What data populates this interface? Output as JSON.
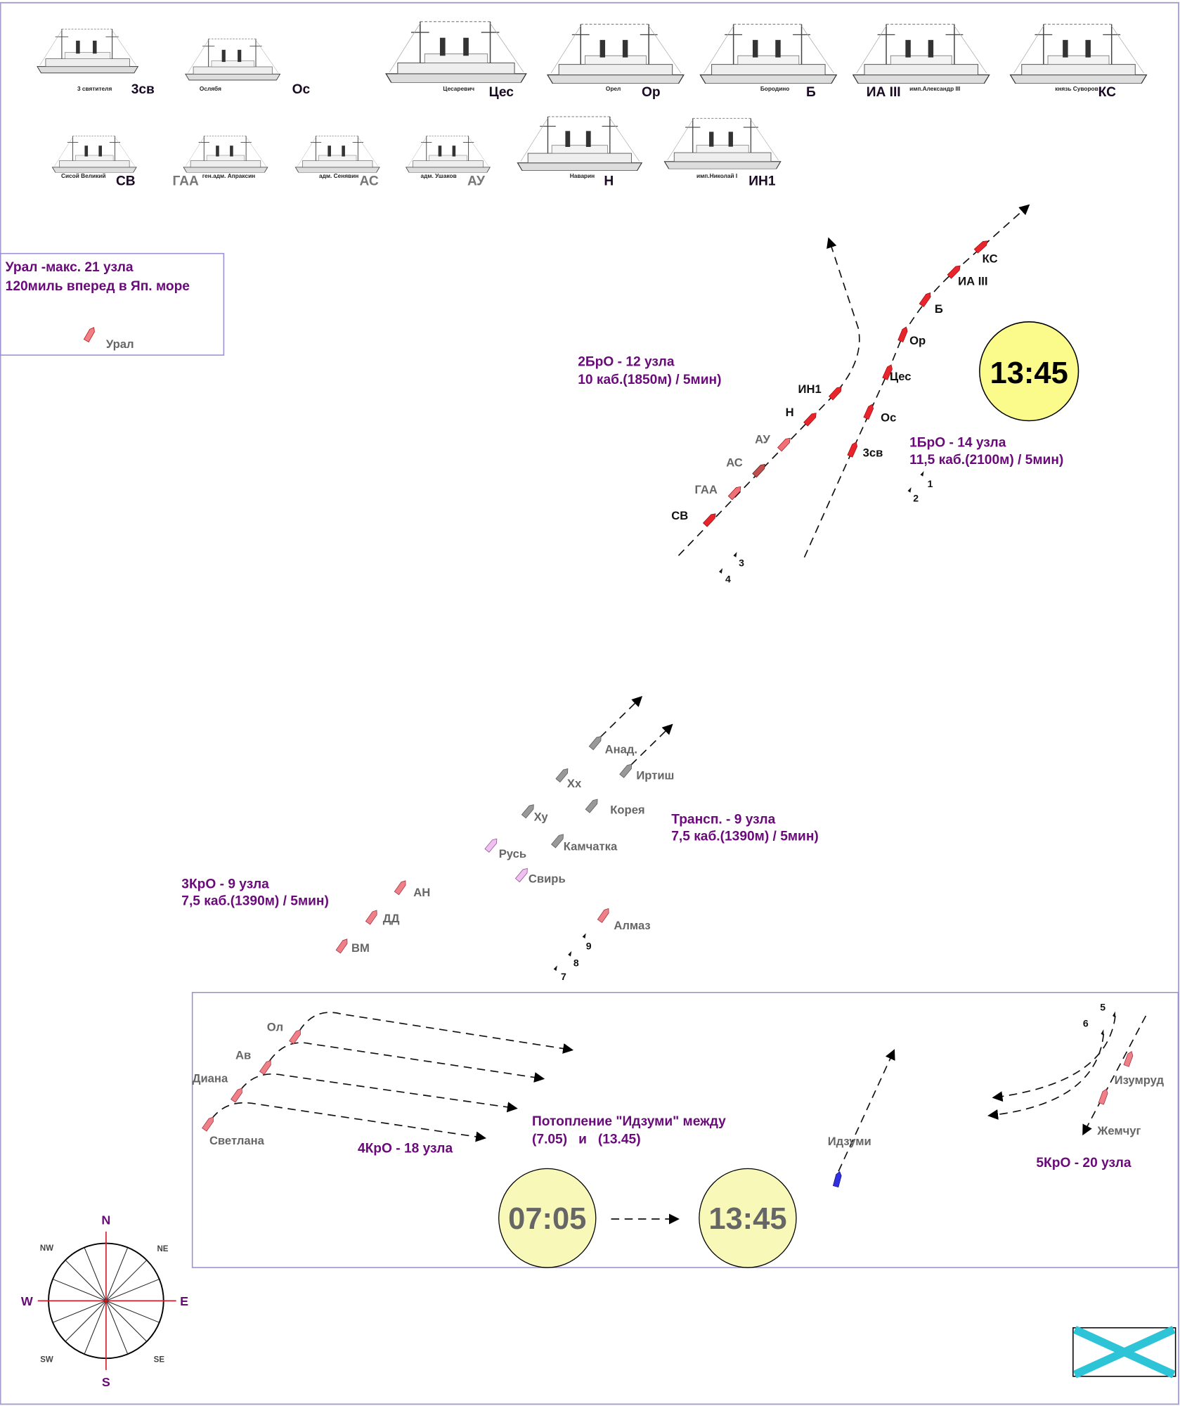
{
  "gallery": {
    "row1": [
      {
        "caption": "3 святителя",
        "code": "3св"
      },
      {
        "caption": "Ослябя",
        "code": "Ос"
      },
      {
        "caption": "Цесаревич",
        "code": "Цес"
      },
      {
        "caption": "Орел",
        "code": "Ор"
      },
      {
        "caption": "Бородино",
        "code": "Б"
      },
      {
        "caption": "имп.Александр III",
        "code": "ИА III"
      },
      {
        "caption": "князь Суворов",
        "code": "КС"
      }
    ],
    "row2": [
      {
        "caption": "Сисой Великий",
        "code": "СВ"
      },
      {
        "caption": "ген.адм. Апраксин",
        "code": "ГАА"
      },
      {
        "caption": "адм. Сенявин",
        "code": "АС"
      },
      {
        "caption": "адм. Ушаков",
        "code": "АУ"
      },
      {
        "caption": "Наварин",
        "code": "Н"
      },
      {
        "caption": "имп.Николай I",
        "code": "ИН1"
      }
    ]
  },
  "ural_box": {
    "line1": "Урал -макс. 21 узла",
    "line2": "120миль вперед в Яп. море",
    "ship": "Урал"
  },
  "squadron2": {
    "line1": "2БрО - 12 узла",
    "line2": "10 каб.(1850м) / 5мин)",
    "ships": [
      "ИН1",
      "Н",
      "АУ",
      "АС",
      "ГАА",
      "СВ"
    ]
  },
  "squadron1": {
    "line1": "1БрО - 14 узла",
    "line2": "11,5 каб.(2100м) / 5мин)",
    "ships": [
      "КС",
      "ИА III",
      "Б",
      "Ор",
      "Цес",
      "Ос",
      "3св"
    ]
  },
  "clock_main": "13:45",
  "destroyers": [
    "1",
    "2",
    "3",
    "4",
    "5",
    "6",
    "7",
    "8",
    "9"
  ],
  "transports": {
    "line1": "Трансп. - 9 узла",
    "line2": "7,5 каб.(1390м) / 5мин)",
    "ships": [
      "Анад.",
      "Иртиш",
      "Хх",
      "Корея",
      "Ху",
      "Камчатка",
      "Русь",
      "Свирь"
    ]
  },
  "cruisers3": {
    "line1": "3КрО - 9 узла",
    "line2": "7,5 каб.(1390м) / 5мин)",
    "ships": [
      "АН",
      "ДД",
      "ВМ"
    ],
    "almaz": "Алмаз"
  },
  "cruisers4": {
    "label": "4КрО - 18 узла",
    "ships": [
      "Ол",
      "Ав",
      "Диана",
      "Светлана"
    ]
  },
  "sinking": {
    "line1": "Потопление \"Идзуми\" между",
    "line2": "(7.05)   и   (13.45)",
    "from": "07:05",
    "to": "13:45",
    "ship": "Идзуми"
  },
  "cruisers5": {
    "label": "5КрО - 20 узла",
    "ships": [
      "Изумруд",
      "Жемчуг"
    ]
  },
  "compass": {
    "N": "N",
    "S": "S",
    "W": "W",
    "E": "E",
    "NW": "NW",
    "NE": "NE",
    "SW": "SW",
    "SE": "SE"
  },
  "colors": {
    "text_purple": "#6a0a7a",
    "clock_fill": "#fbfb8c",
    "clock_fill_pale": "#f8f8b8",
    "ship_red": "#e8242c",
    "izumi_blue": "#3030e0",
    "flag_cross": "#2ec4d8"
  }
}
